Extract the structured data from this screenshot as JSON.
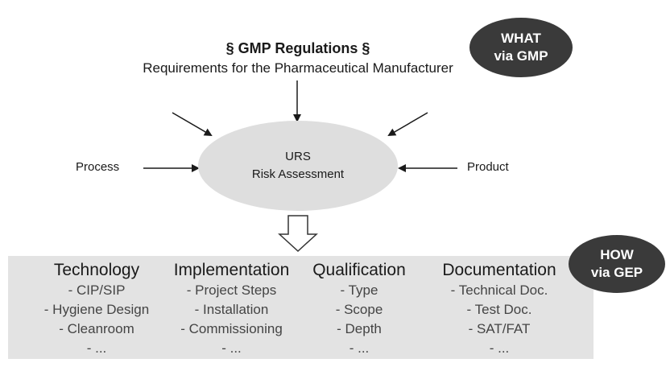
{
  "header": {
    "title": "§ GMP Regulations §",
    "subtitle": "Requirements for the Pharmaceutical Manufacturer"
  },
  "what_badge": {
    "line1": "WHAT",
    "line2": "via GMP"
  },
  "how_badge": {
    "line1": "HOW",
    "line2": "via GEP"
  },
  "center": {
    "line1": "URS",
    "line2": "Risk Assessment"
  },
  "inputs": {
    "left": "Process",
    "right": "Product"
  },
  "columns": [
    {
      "title": "Technology",
      "items": [
        "- CIP/SIP",
        "- Hygiene Design",
        "- Cleanroom",
        "- ..."
      ]
    },
    {
      "title": "Implementation",
      "items": [
        "- Project Steps",
        "- Installation",
        "- Commissioning",
        "- ..."
      ]
    },
    {
      "title": "Qualification",
      "items": [
        "- Type",
        "- Scope",
        "- Depth",
        "- ..."
      ]
    },
    {
      "title": "Documentation",
      "items": [
        "- Technical Doc.",
        "- Test Doc.",
        "- SAT/FAT",
        "- ..."
      ]
    }
  ],
  "colors": {
    "badge": "#3a3a3a",
    "ellipse": "#dedede",
    "band": "#e3e3e3"
  }
}
